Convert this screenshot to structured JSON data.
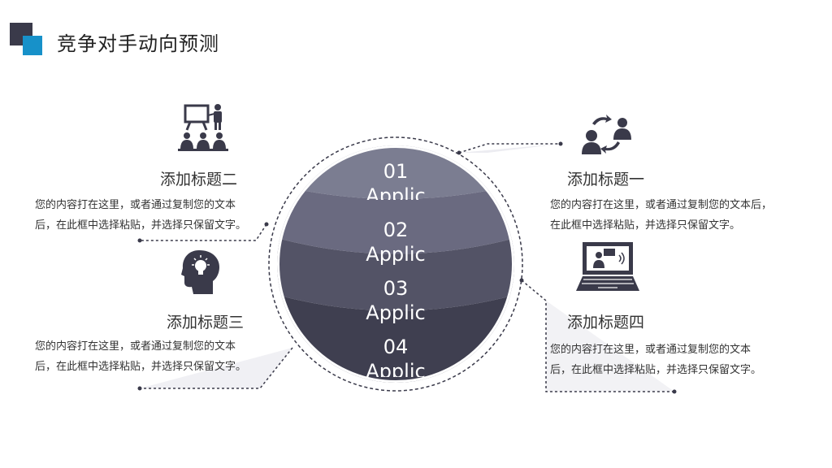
{
  "page": {
    "title": "竞争对手动向预测"
  },
  "colors": {
    "accent_blue": "#1791c9",
    "dark": "#3a3a4a",
    "band1": "#7b7d91",
    "band2": "#6a6a80",
    "band3": "#535366",
    "band4": "#3f3f50"
  },
  "sphere": {
    "segments": [
      {
        "number": "01",
        "text": "Applic"
      },
      {
        "number": "02",
        "text": "Applic"
      },
      {
        "number": "03",
        "text": "Applic"
      },
      {
        "number": "04",
        "text": "Applic"
      }
    ]
  },
  "items": [
    {
      "title": "添加标题一",
      "line1": "您的内容打在这里，或者通过复制您的文本后，",
      "line2": "在此框中选择粘贴，并选择只保留文字。",
      "icon": "people-exchange-icon"
    },
    {
      "title": "添加标题二",
      "line1": "您的内容打在这里，或者通过复制您的文本",
      "line2": "后，在此框中选择粘贴，并选择只保留文字。",
      "icon": "presentation-audience-icon"
    },
    {
      "title": "添加标题三",
      "line1": "您的内容打在这里，或者通过复制您的文本",
      "line2": "后，在此框中选择粘贴，并选择只保留文字。",
      "icon": "head-lightbulb-icon"
    },
    {
      "title": "添加标题四",
      "line1": "您的内容打在这里，或者通过复制您的文本",
      "line2": "后，在此框中选择粘贴，并选择只保留文字。",
      "icon": "laptop-chat-icon"
    }
  ]
}
